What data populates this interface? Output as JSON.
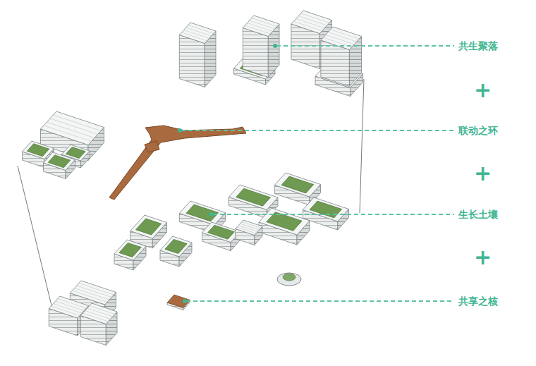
{
  "diagram": {
    "labels": [
      "共生聚落",
      "+",
      "联动之环",
      "+",
      "生长土壤",
      "+",
      "共享之核"
    ]
  }
}
